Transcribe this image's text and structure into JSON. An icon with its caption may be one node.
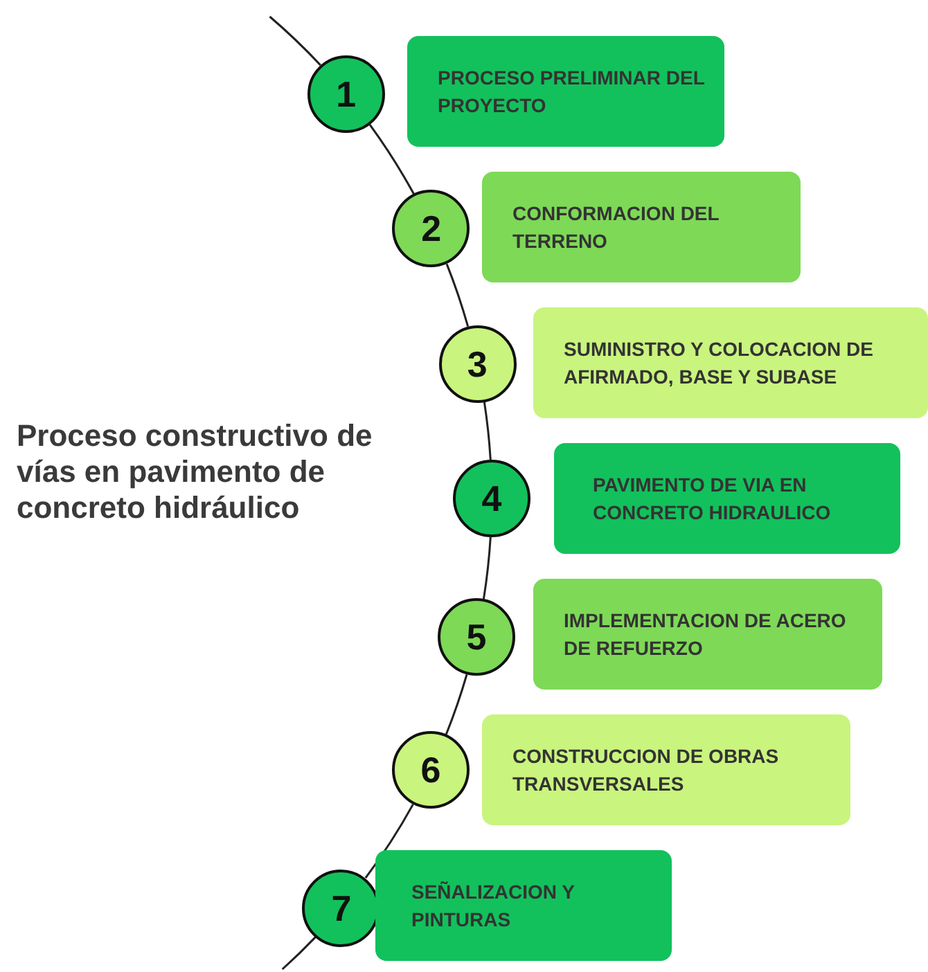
{
  "diagram": {
    "title": "Proceso constructivo de vías en pavimento de concreto hidráulico",
    "nodes": [
      {
        "text": [
          "1"
        ]
      },
      {
        "text": [
          "PROCESO PRELIMINAR DEL PROYECTO"
        ]
      },
      {
        "text": [
          "2"
        ]
      },
      {
        "text": [
          "CONFORMACION DEL TERRENO"
        ]
      },
      {
        "text": [
          "3"
        ]
      },
      {
        "text": [
          "SUMINISTRO Y COLOCACION DE AFIRMADO, BASE Y SUBASE"
        ]
      },
      {
        "text": [
          "4"
        ]
      },
      {
        "text": [
          "PAVIMENTO DE VIA EN CONCRETO HIDRAULICO"
        ]
      },
      {
        "text": [
          "5"
        ]
      },
      {
        "text": [
          "IMPLEMENTACION DE ACERO DE REFUERZO"
        ]
      },
      {
        "text": [
          "6"
        ]
      },
      {
        "text": [
          "CONSTRUCCION DE OBRAS TRANSVERSALES"
        ]
      },
      {
        "text": [
          "7"
        ]
      },
      {
        "text": [
          "SEÑALIZACION Y PINTURAS"
        ]
      }
    ],
    "edges": [
      {
        "from": 0,
        "to": 2,
        "arrow": "none"
      },
      {
        "from": 2,
        "to": 4,
        "arrow": "none"
      },
      {
        "from": 4,
        "to": 6,
        "arrow": "none"
      },
      {
        "from": 6,
        "to": 8,
        "arrow": "none"
      },
      {
        "from": 8,
        "to": 10,
        "arrow": "none"
      },
      {
        "from": 10,
        "to": 12,
        "arrow": "none"
      }
    ]
  }
}
